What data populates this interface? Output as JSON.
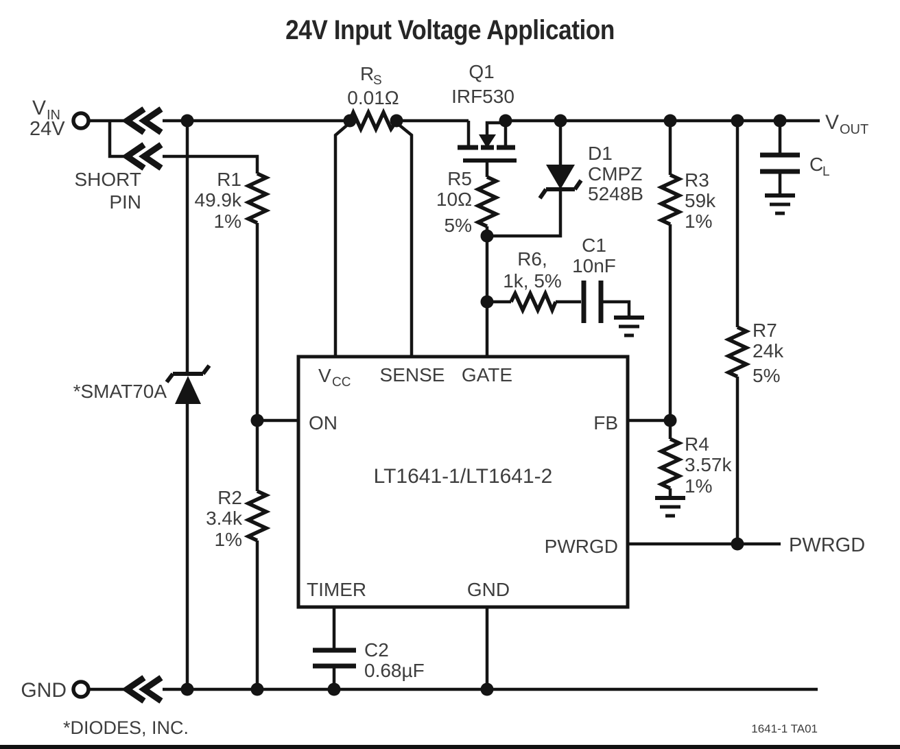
{
  "title": "24V Input Voltage Application",
  "footer": {
    "note": "*DIODES, INC.",
    "figure_id": "1641-1 TA01"
  },
  "terminals": {
    "vin_main": "V",
    "vin_sub": "IN",
    "vin_voltage": "24V",
    "vout_main": "V",
    "vout_sub": "OUT",
    "gnd": "GND",
    "pwrgd": "PWRGD",
    "short_pin_line1": "SHORT",
    "short_pin_line2": "PIN"
  },
  "ic": {
    "part": "LT1641-1/LT1641-2",
    "fill": "#d4c5d3",
    "pins": {
      "vcc_main": "V",
      "vcc_sub": "CC",
      "sense": "SENSE",
      "gate": "GATE",
      "on": "ON",
      "fb": "FB",
      "pwrgd": "PWRGD",
      "timer": "TIMER",
      "gnd": "GND"
    }
  },
  "components": {
    "rs": {
      "name_main": "R",
      "name_sub": "S",
      "value": "0.01Ω"
    },
    "q1": {
      "name": "Q1",
      "part": "IRF530"
    },
    "d1": {
      "name": "D1",
      "part_line1": "CMPZ",
      "part_line2": "5248B"
    },
    "d2": {
      "name": "*SMAT70A"
    },
    "r1": {
      "name": "R1",
      "value": "49.9k",
      "tol": "1%"
    },
    "r2": {
      "name": "R2",
      "value": "3.4k",
      "tol": "1%"
    },
    "r3": {
      "name": "R3",
      "value": "59k",
      "tol": "1%"
    },
    "r4": {
      "name": "R4",
      "value": "3.57k",
      "tol": "1%"
    },
    "r5": {
      "name": "R5",
      "value": "10Ω",
      "tol": "5%"
    },
    "r6": {
      "name": "R6,",
      "value": "1k, 5%"
    },
    "r7": {
      "name": "R7",
      "value": "24k",
      "tol": "5%"
    },
    "c1": {
      "name": "C1",
      "value": "10nF"
    },
    "c2": {
      "name": "C2",
      "value": "0.68µF"
    },
    "cl": {
      "name_main": "C",
      "name_sub": "L"
    }
  },
  "colors": {
    "wire": "#141414",
    "text": "#3d3d3d",
    "ic_fill": "#d4c5d3"
  }
}
